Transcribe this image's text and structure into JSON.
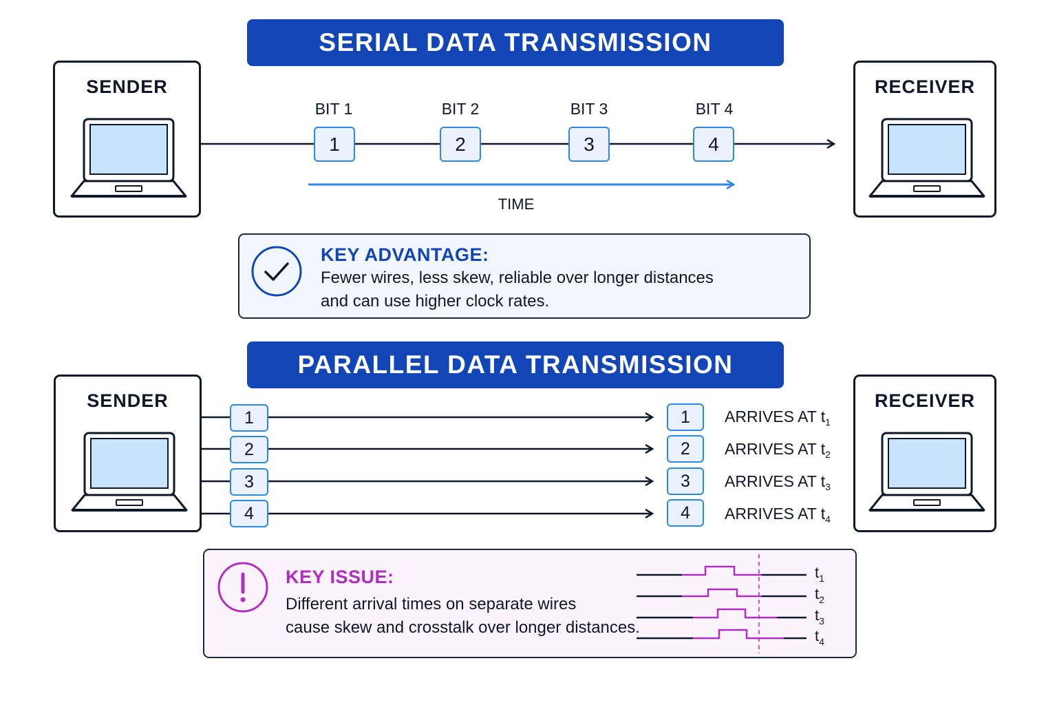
{
  "serial": {
    "title": "SERIAL DATA TRANSMISSION",
    "sender_label": "SENDER",
    "receiver_label": "RECEIVER",
    "bits": [
      {
        "label": "BIT 1",
        "value": "1"
      },
      {
        "label": "BIT 2",
        "value": "2"
      },
      {
        "label": "BIT 3",
        "value": "3"
      },
      {
        "label": "BIT 4",
        "value": "4"
      }
    ],
    "time_label": "TIME",
    "advantage": {
      "title": "KEY ADVANTAGE:",
      "line1": "Fewer wires, less skew, reliable over longer distances",
      "line2": "and can use higher clock rates.",
      "icon": "checkmark-circle-icon"
    }
  },
  "parallel": {
    "title": "PARALLEL DATA TRANSMISSION",
    "sender_label": "SENDER",
    "receiver_label": "RECEIVER",
    "wires": [
      {
        "value": "1",
        "arrives_text": "ARRIVES AT t",
        "sub": "1"
      },
      {
        "value": "2",
        "arrives_text": "ARRIVES AT t",
        "sub": "2"
      },
      {
        "value": "3",
        "arrives_text": "ARRIVES AT t",
        "sub": "3"
      },
      {
        "value": "4",
        "arrives_text": "ARRIVES AT t",
        "sub": "4"
      }
    ],
    "issue": {
      "title": "KEY ISSUE:",
      "line1": "Different arrival times on separate wires",
      "line2": "cause skew and crosstalk over longer distances.",
      "icon": "exclamation-circle-icon",
      "timing_labels": [
        {
          "text": "t",
          "sub": "1"
        },
        {
          "text": "t",
          "sub": "2"
        },
        {
          "text": "t",
          "sub": "3"
        },
        {
          "text": "t",
          "sub": "4"
        }
      ]
    }
  },
  "colors": {
    "banner": "#1246b6",
    "accent_blue": "#2b88e6",
    "advantage_title": "#1246b6",
    "issue_accent": "#b12cc0",
    "advantage_bg": "#f2f7fd",
    "issue_bg": "#fbf4fd",
    "laptop_screen": "#c8e4fb",
    "ink": "#0f172a"
  }
}
